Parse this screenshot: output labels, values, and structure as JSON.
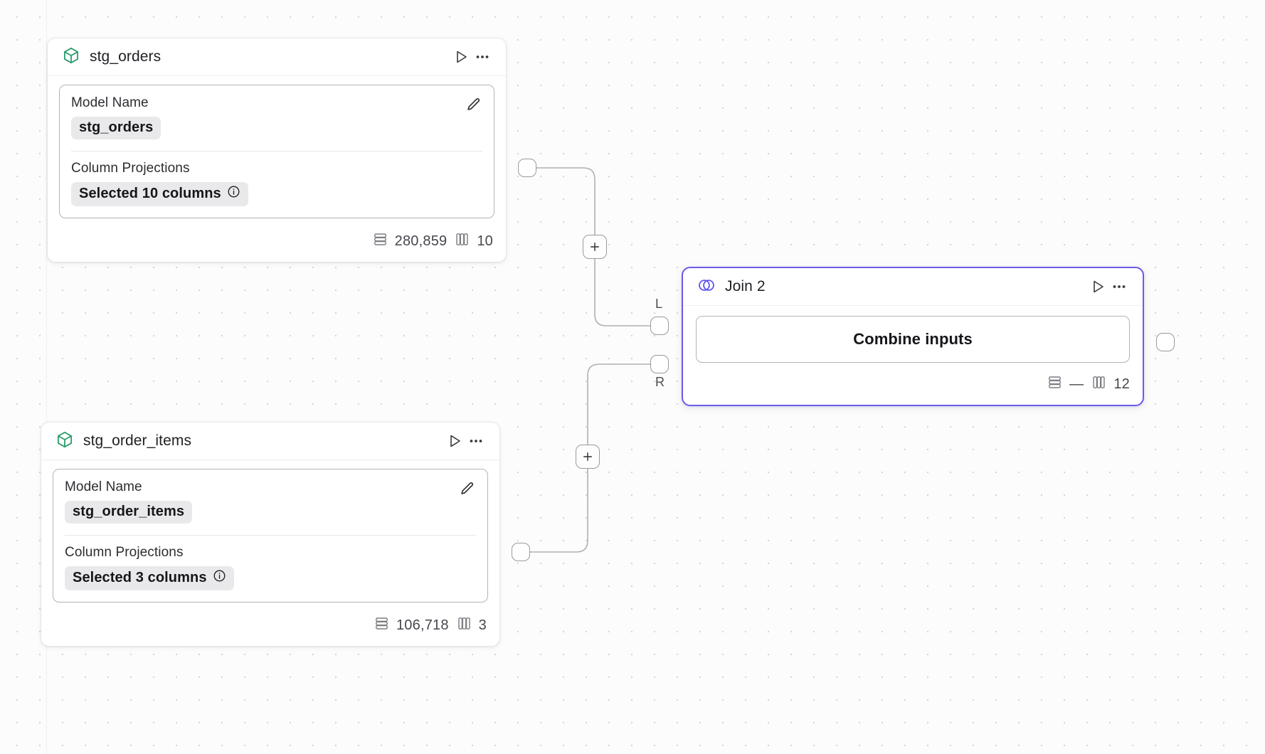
{
  "canvas": {
    "grid": "dotted",
    "background_color": "#fcfcfc",
    "dot_color": "#d4d4d8"
  },
  "theme": {
    "accent_selected": "#6c5ce7",
    "model_icon_color": "#2f9e6e",
    "text_primary": "#1f2024",
    "text_secondary": "#4b4c52",
    "chip_bg": "#e9e9eb",
    "card_border": "#e7e7ea",
    "edge_stroke": "#b0b0b3"
  },
  "nodes": [
    {
      "id": "stg_orders",
      "type": "model",
      "icon": "cube-icon",
      "title": "stg_orders",
      "selected": false,
      "fields": {
        "model_name_label": "Model Name",
        "model_name_value": "stg_orders",
        "column_projections_label": "Column Projections",
        "column_projections_value": "Selected 10 columns"
      },
      "footer": {
        "rows_label": "280,859",
        "columns_label": "10"
      },
      "actions": {
        "run_label": "Run",
        "more_label": "More options",
        "edit_label": "Edit"
      }
    },
    {
      "id": "stg_order_items",
      "type": "model",
      "icon": "cube-icon",
      "title": "stg_order_items",
      "selected": false,
      "fields": {
        "model_name_label": "Model Name",
        "model_name_value": "stg_order_items",
        "column_projections_label": "Column Projections",
        "column_projections_value": "Selected 3 columns"
      },
      "footer": {
        "rows_label": "106,718",
        "columns_label": "3"
      },
      "actions": {
        "run_label": "Run",
        "more_label": "More options",
        "edit_label": "Edit"
      }
    },
    {
      "id": "join_2",
      "type": "join",
      "icon": "venn-join-icon",
      "title": "Join 2",
      "selected": true,
      "fields": {
        "combine_button_label": "Combine inputs"
      },
      "footer": {
        "rows_label": "—",
        "columns_label": "12"
      },
      "actions": {
        "run_label": "Run",
        "more_label": "More options"
      },
      "ports": {
        "left_input_label": "L",
        "right_input_label": "R"
      }
    }
  ],
  "edges": [
    {
      "id": "edge-orders-to-join-left",
      "from": "stg_orders",
      "to": "join_2.L",
      "plus_label": "+"
    },
    {
      "id": "edge-order-items-to-join-right",
      "from": "stg_order_items",
      "to": "join_2.R",
      "plus_label": "+"
    }
  ]
}
